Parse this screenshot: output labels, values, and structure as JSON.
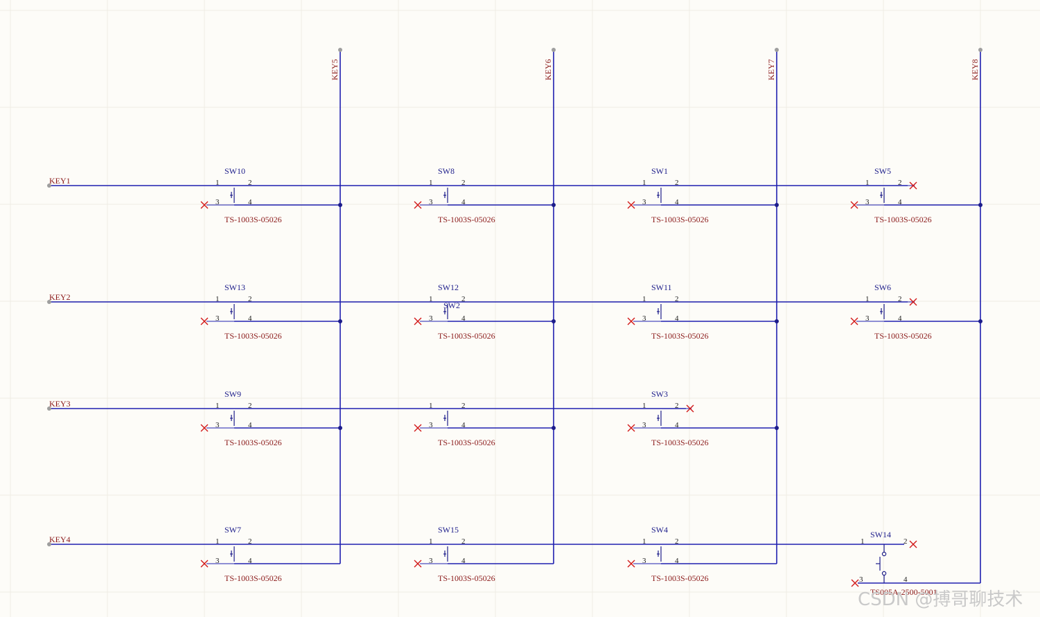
{
  "row_nets": [
    {
      "label": "KEY1"
    },
    {
      "label": "KEY2"
    },
    {
      "label": "KEY3"
    },
    {
      "label": "KEY4"
    }
  ],
  "col_nets": [
    {
      "label": "KEY5"
    },
    {
      "label": "KEY6"
    },
    {
      "label": "KEY7"
    },
    {
      "label": "KEY8"
    }
  ],
  "switches": [
    {
      "designator": "SW10",
      "comment": "TS-1003S-05026",
      "row": 0,
      "col": 0,
      "pins": [
        "1",
        "2",
        "3",
        "4"
      ]
    },
    {
      "designator": "SW8",
      "comment": "TS-1003S-05026",
      "row": 0,
      "col": 1,
      "pins": [
        "1",
        "2",
        "3",
        "4"
      ]
    },
    {
      "designator": "SW1",
      "comment": "TS-1003S-05026",
      "row": 0,
      "col": 2,
      "pins": [
        "1",
        "2",
        "3",
        "4"
      ]
    },
    {
      "designator": "SW5",
      "comment": "TS-1003S-05026",
      "row": 0,
      "col": 3,
      "pins": [
        "1",
        "2",
        "3",
        "4"
      ],
      "pin2_nc": true
    },
    {
      "designator": "SW13",
      "comment": "TS-1003S-05026",
      "row": 1,
      "col": 0,
      "pins": [
        "1",
        "2",
        "3",
        "4"
      ]
    },
    {
      "designator": "SW12",
      "comment": "TS-1003S-05026",
      "row": 1,
      "col": 1,
      "pins": [
        "1",
        "2",
        "3",
        "4"
      ],
      "extra_label": "SW2"
    },
    {
      "designator": "SW11",
      "comment": "TS-1003S-05026",
      "row": 1,
      "col": 2,
      "pins": [
        "1",
        "2",
        "3",
        "4"
      ]
    },
    {
      "designator": "SW6",
      "comment": "TS-1003S-05026",
      "row": 1,
      "col": 3,
      "pins": [
        "1",
        "2",
        "3",
        "4"
      ],
      "pin2_nc": true
    },
    {
      "designator": "SW9",
      "comment": "TS-1003S-05026",
      "row": 2,
      "col": 0,
      "pins": [
        "1",
        "2",
        "3",
        "4"
      ]
    },
    {
      "designator": "",
      "comment": "TS-1003S-05026",
      "row": 2,
      "col": 1,
      "pins": [
        "1",
        "2",
        "3",
        "4"
      ]
    },
    {
      "designator": "SW3",
      "comment": "TS-1003S-05026",
      "row": 2,
      "col": 2,
      "pins": [
        "1",
        "2",
        "3",
        "4"
      ],
      "pin2_nc": true
    },
    {
      "designator": "SW7",
      "comment": "TS-1003S-05026",
      "row": 3,
      "col": 0,
      "pins": [
        "1",
        "2",
        "3",
        "4"
      ]
    },
    {
      "designator": "SW15",
      "comment": "TS-1003S-05026",
      "row": 3,
      "col": 1,
      "pins": [
        "1",
        "2",
        "3",
        "4"
      ]
    },
    {
      "designator": "SW4",
      "comment": "TS-1003S-05026",
      "row": 3,
      "col": 2,
      "pins": [
        "1",
        "2",
        "3",
        "4"
      ]
    },
    {
      "designator": "SW14",
      "comment": "TS005A-2500-5001",
      "row": 3,
      "col": 3,
      "pins": [
        "1",
        "2",
        "3",
        "4"
      ],
      "pin2_nc": true,
      "variant": "tall"
    }
  ],
  "watermark": "CSDN @搏哥聊技术",
  "colors": {
    "wire": "#1f1fb0",
    "junction": "#1c1c8a",
    "no_connect": "#d21a1a",
    "label": "#8b1a1a",
    "background": "#fdfcf8"
  }
}
